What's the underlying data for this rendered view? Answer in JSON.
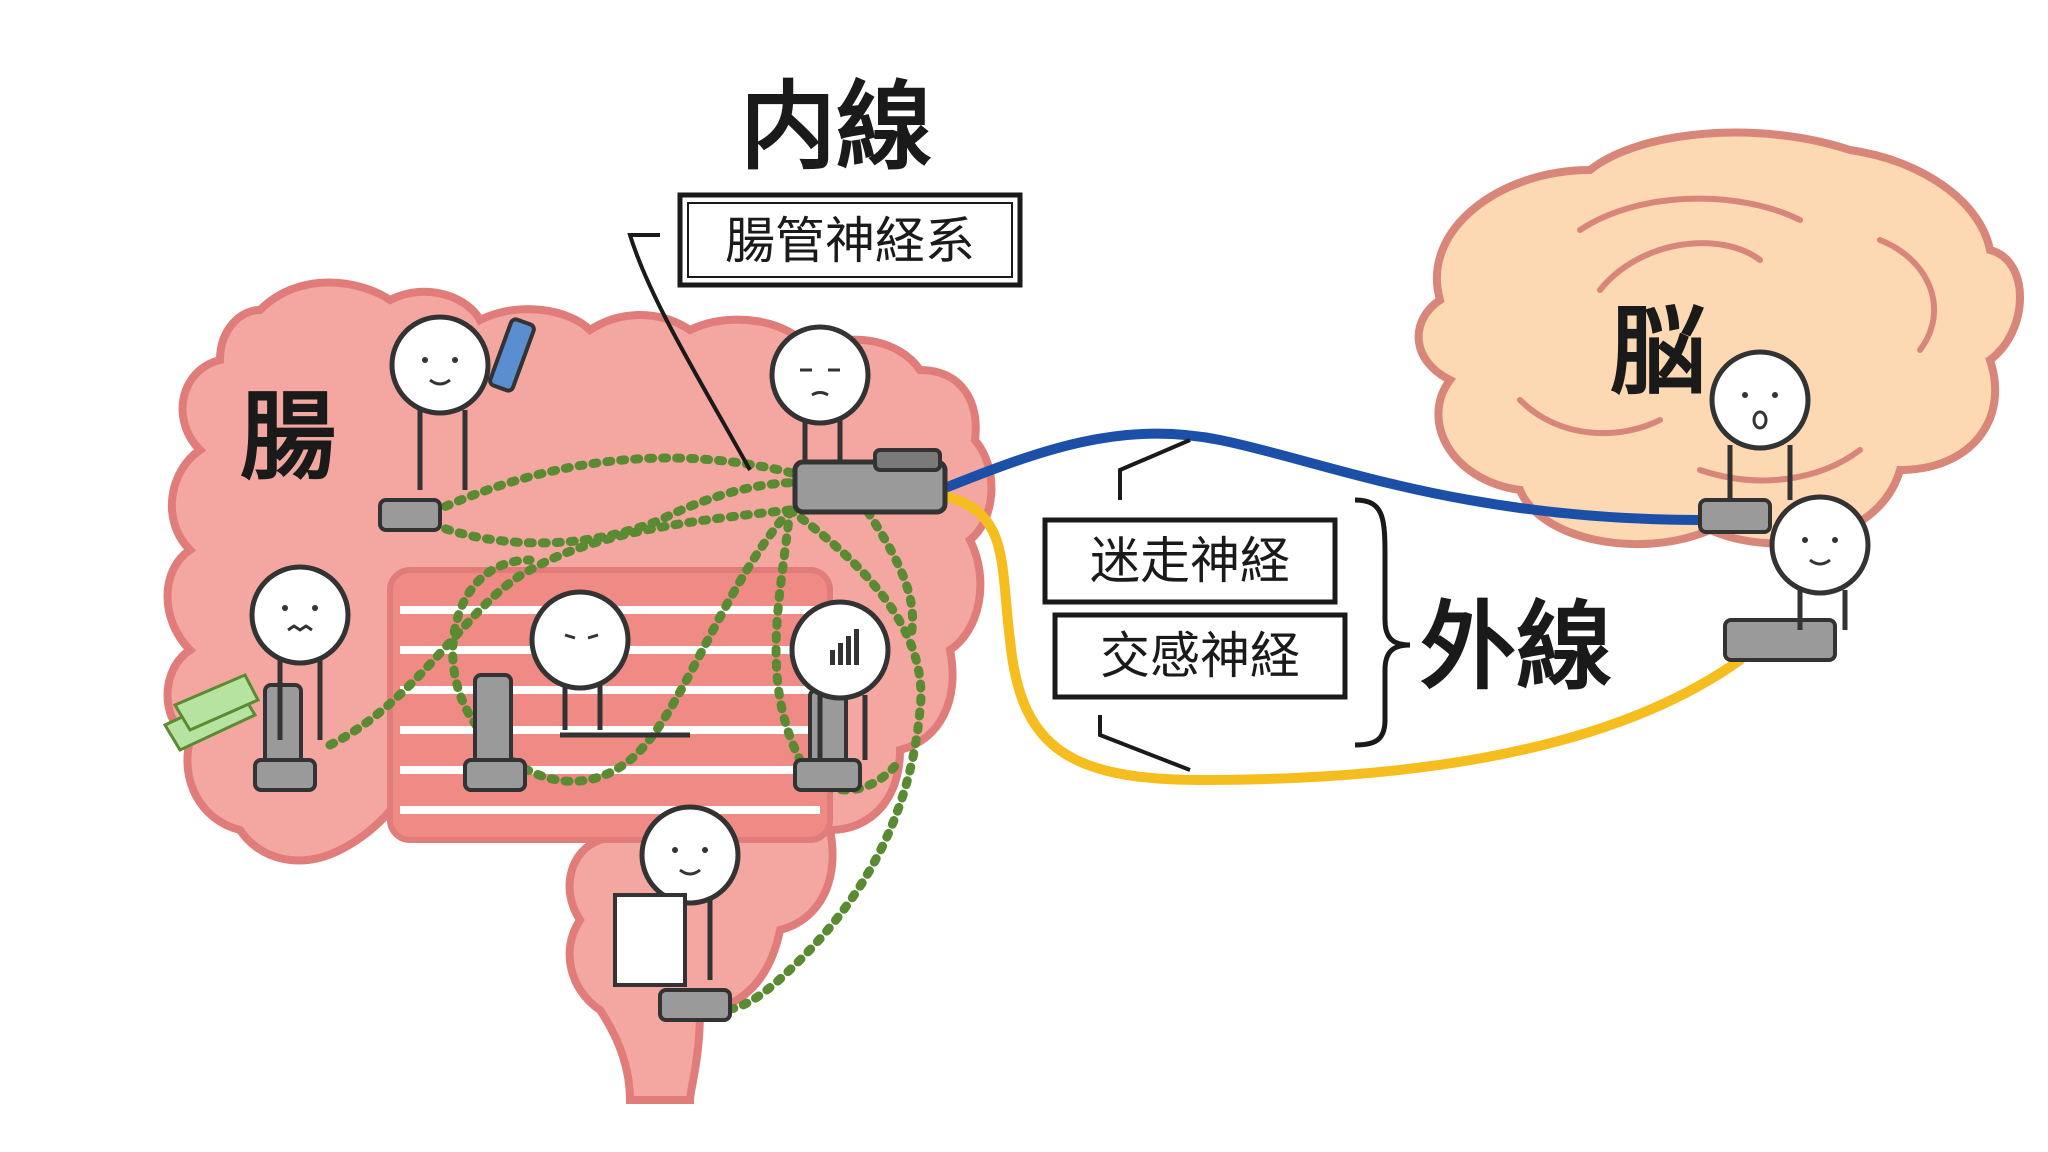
{
  "labels": {
    "intestine": "腸",
    "brain": "脳",
    "internal_line": "内線",
    "external_line": "外線",
    "enteric_nervous_system": "腸管神経系",
    "vagus_nerve": "迷走神経",
    "sympathetic_nerve": "交感神経"
  },
  "colors": {
    "intestine_fill": "#f4a7a0",
    "intestine_stroke": "#e07d7a",
    "brain_fill": "#fcd8b3",
    "brain_stroke": "#d9867a",
    "vagus_line": "#1c4fa8",
    "sympathetic_line": "#f5bd1e",
    "internal_network": "#5a8a32"
  },
  "icons": {
    "person": "stick-figure",
    "phone": "telephone-icon",
    "mobile": "mobile-phone-icon",
    "money": "money-icon",
    "document": "paper-icon",
    "chart": "bar-chart-icon"
  }
}
